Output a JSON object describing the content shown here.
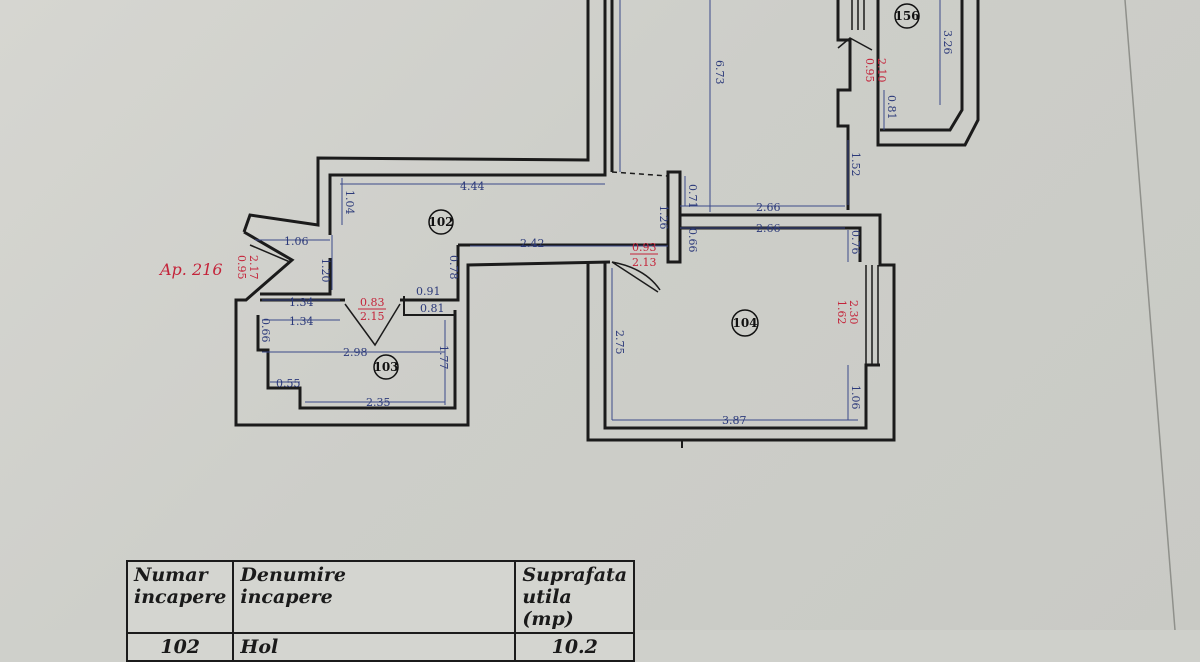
{
  "apartment_label": "Ap. 216",
  "rooms": [
    {
      "id": "102",
      "label": "102"
    },
    {
      "id": "103",
      "label": "103"
    },
    {
      "id": "104",
      "label": "104"
    },
    {
      "id": "156",
      "label": "156"
    }
  ],
  "dimensions_blue": {
    "d_673": "6.73",
    "d_326": "3.26",
    "d_081": "0.81",
    "d_152": "1.52",
    "d_444": "4.44",
    "d_104": "1.04",
    "d_071": "0.71",
    "d_266a": "2.66",
    "d_126": "1.26",
    "d_266b": "2.66",
    "d_066a": "0.66",
    "d_076": "0.76",
    "d_106a": "1.06",
    "d_242": "2.42",
    "d_120": "1.20",
    "d_078": "0.78",
    "d_091": "0.91",
    "d_134a": "1.34",
    "d_081b": "0.81",
    "d_134b": "1.34",
    "d_066b": "0.66",
    "d_298": "2.98",
    "d_177": "1.77",
    "d_055": "0.55",
    "d_235": "2.35",
    "d_275": "2.75",
    "d_106b": "1.06",
    "d_387": "3.87"
  },
  "dimensions_red": {
    "door_093": "0.93",
    "door_213": "2.13",
    "door_083": "0.83",
    "door_215": "2.15",
    "door_095": "0.95",
    "door_210": "2.10",
    "win_162": "1.62",
    "win_230": "2.30",
    "win_095b": "0.95",
    "win_217": "2.17"
  },
  "legend": {
    "headers": {
      "col1_line1": "Numar",
      "col1_line2": "incapere",
      "col2_line1": "Denumire",
      "col2_line2": "incapere",
      "col3_line1": "Suprafata",
      "col3_line2": "utila (mp)"
    },
    "rows": [
      {
        "numar": "102",
        "denumire": "Hol",
        "suprafata": "10.2"
      }
    ]
  }
}
